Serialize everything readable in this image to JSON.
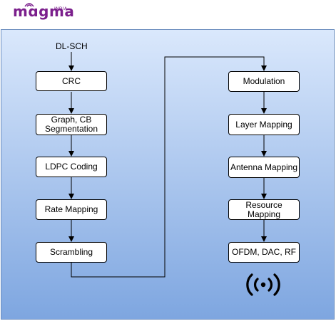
{
  "logo": {
    "text": "mɑgma",
    "tagline": "INDIA"
  },
  "colors": {
    "brand": "#7b1f8c",
    "panel_top": "#dae8fc",
    "panel_bottom": "#7ea6e0",
    "panel_border": "#6c8ebf"
  },
  "flow": {
    "input_label": "DL-SCH",
    "left_column": [
      "CRC",
      "Graph, CB Segmentation",
      "LDPC Coding",
      "Rate Mapping",
      "Scrambling"
    ],
    "right_column": [
      "Modulation",
      "Layer Mapping",
      "Antenna Mapping",
      "Resource Mapping",
      "OFDM, DAC, RF"
    ]
  },
  "icons": {
    "output": "wireless-signal-icon"
  }
}
